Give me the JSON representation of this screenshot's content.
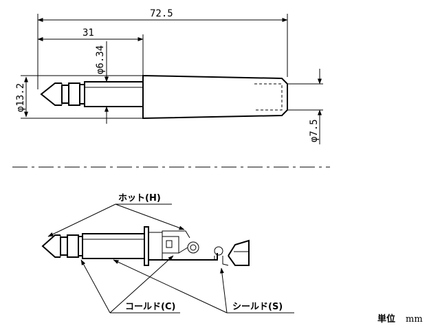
{
  "dimensions": {
    "overall_length": "72.5",
    "plug_length": "31",
    "tip_diameter": "φ6.34",
    "body_diameter": "φ13.2",
    "cable_diameter": "φ7.5"
  },
  "labels": {
    "hot": "ホット(H)",
    "cold": "コールド(C)",
    "shield": "シールド(S)"
  },
  "unit": {
    "label": "単位",
    "value": "mm"
  }
}
